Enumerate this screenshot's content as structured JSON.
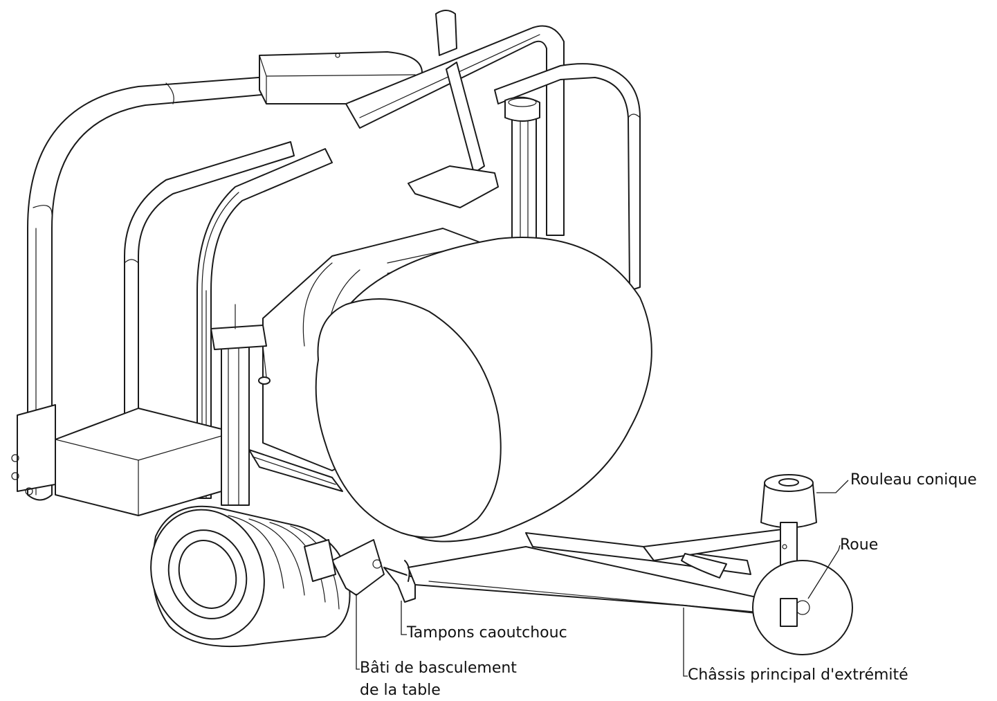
{
  "labels": {
    "rouleau_conique": "Rouleau conique",
    "roue": "Roue",
    "tampons": "Tampons caoutchouc",
    "bati_line1": "Bâti de basculement",
    "bati_line2": "de la table",
    "chassis": "Châssis principal d'extrémité"
  },
  "colors": {
    "line": "#1a1a1a",
    "background": "#ffffff"
  }
}
